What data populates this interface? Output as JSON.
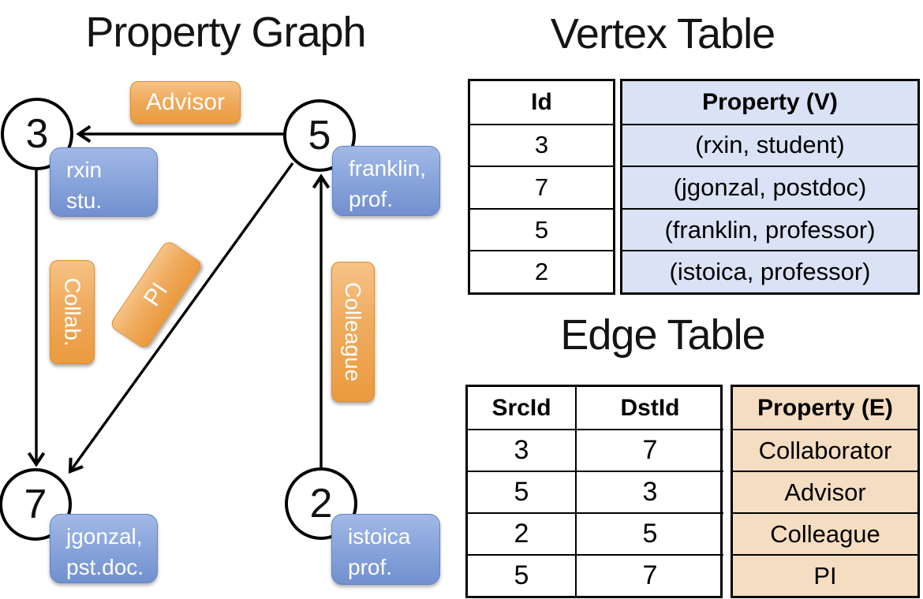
{
  "graph": {
    "title": "Property Graph",
    "nodes": [
      {
        "id": "3",
        "property_lines": [
          "rxin",
          "stu."
        ]
      },
      {
        "id": "5",
        "property_lines": [
          "franklin,",
          "prof."
        ]
      },
      {
        "id": "7",
        "property_lines": [
          "jgonzal,",
          "pst.doc."
        ]
      },
      {
        "id": "2",
        "property_lines": [
          "istoica",
          "prof."
        ]
      }
    ],
    "edge_labels": {
      "advisor": "Advisor",
      "collab": "Collab.",
      "pi": "PI",
      "colleague": "Colleague"
    }
  },
  "vertex_table": {
    "title": "Vertex Table",
    "headers": {
      "id": "Id",
      "property": "Property (V)"
    },
    "rows": [
      {
        "id": "3",
        "property": "(rxin, student)"
      },
      {
        "id": "7",
        "property": "(jgonzal, postdoc)"
      },
      {
        "id": "5",
        "property": "(franklin, professor)"
      },
      {
        "id": "2",
        "property": "(istoica, professor)"
      }
    ]
  },
  "edge_table": {
    "title": "Edge Table",
    "headers": {
      "src": "SrcId",
      "dst": "DstId",
      "property": "Property (E)"
    },
    "rows": [
      {
        "src": "3",
        "dst": "7",
        "property": "Collaborator"
      },
      {
        "src": "5",
        "dst": "3",
        "property": "Advisor"
      },
      {
        "src": "2",
        "dst": "5",
        "property": "Colleague"
      },
      {
        "src": "5",
        "dst": "7",
        "property": "PI"
      }
    ]
  },
  "colors": {
    "edge_label_fill": "#F0A851",
    "vertex_label_fill": "#86A3DA",
    "vertex_table_fill": "#DAE3F5",
    "edge_table_fill": "#F5DDC1",
    "line": "#000000"
  }
}
